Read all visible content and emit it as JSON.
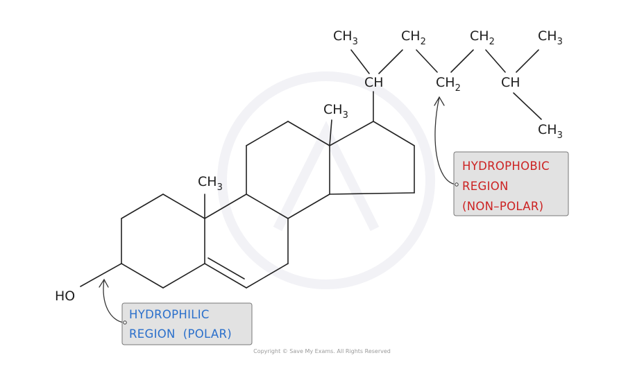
{
  "labels": {
    "ch3": "CH",
    "ch2": "CH",
    "ch": "CH",
    "ho": "HO",
    "sub3": "3",
    "sub2": "2"
  },
  "tags": {
    "hydrophobic": [
      "HYDROPHOBIC",
      "REGION",
      "(NON–POLAR)"
    ],
    "hydrophilic": [
      "HYDROPHILIC",
      "REGION  (POLAR)"
    ]
  },
  "footer": {
    "copyright": "Copyright © Save My Exams. All Rights Reserved"
  },
  "colors": {
    "hydrophobic_text": "#cc2222",
    "hydrophilic_text": "#2a6fcb",
    "tag_fill": "#e2e2e2"
  }
}
